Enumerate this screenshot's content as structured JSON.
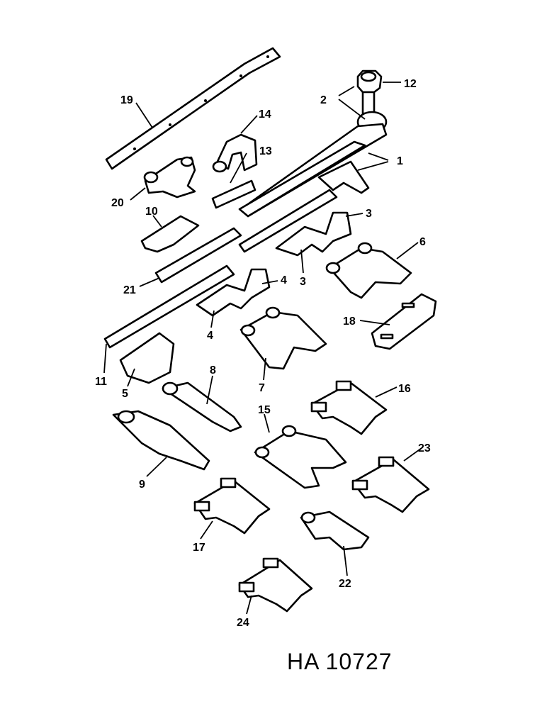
{
  "callouts": {
    "c1": "1",
    "c2": "2",
    "c3a": "3",
    "c3b": "3",
    "c4a": "4",
    "c4b": "4",
    "c5": "5",
    "c6": "6",
    "c7": "7",
    "c8": "8",
    "c9": "9",
    "c10": "10",
    "c11": "11",
    "c12": "12",
    "c13": "13",
    "c14": "14",
    "c15": "15",
    "c16": "16",
    "c17": "17",
    "c18": "18",
    "c19": "19",
    "c20": "20",
    "c21": "21",
    "c22": "22",
    "c23": "23",
    "c24": "24"
  },
  "drawing_id": "HA 10727"
}
